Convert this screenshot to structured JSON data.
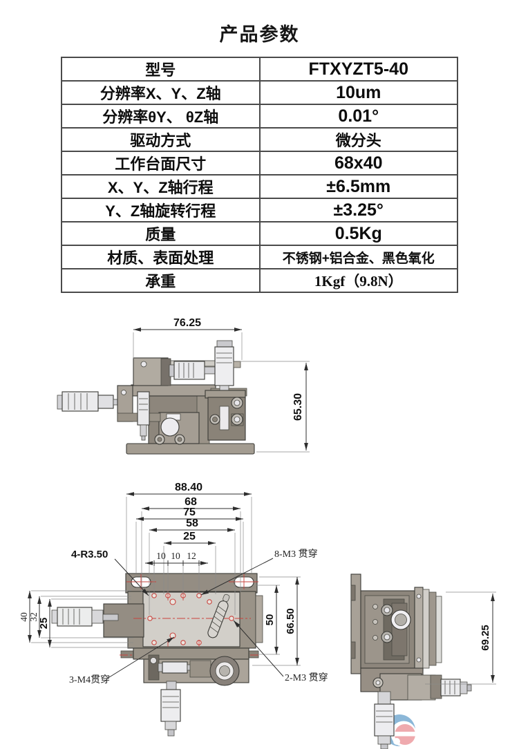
{
  "title": "产品参数",
  "spec_table": {
    "rows": [
      {
        "label": "型号",
        "value": "FTXYZT5-40"
      },
      {
        "label": "分辨率X、Y、Z轴",
        "value": "10um"
      },
      {
        "label": "分辨率θY、 θZ轴",
        "value": "0.01°"
      },
      {
        "label": "驱动方式",
        "value": "微分头"
      },
      {
        "label": "工作台面尺寸",
        "value": "68x40"
      },
      {
        "label": "X、Y、Z轴行程",
        "value": "±6.5mm"
      },
      {
        "label": "Y、Z轴旋转行程",
        "value": "±3.25°"
      },
      {
        "label": "质量",
        "value": "0.5Kg"
      },
      {
        "label": "材质、表面处理",
        "value": "不锈钢+铝合金、黑色氧化"
      },
      {
        "label": "承重",
        "value": "1Kgf（9.8N）"
      }
    ]
  },
  "drawings": {
    "side_view": {
      "width_dim": "76.25",
      "height_dim": "65.30"
    },
    "plan_view": {
      "overall_width": "88.40",
      "dim_68": "68",
      "dim_75": "75",
      "dim_58": "58",
      "dim_25_top": "25",
      "dim_10a": "10",
      "dim_10b": "10",
      "dim_12": "12",
      "left_40": "40",
      "left_32": "32",
      "left_25": "25",
      "right_50": "50",
      "right_66_50": "66.50",
      "label_corner_radius": "4-R3.50",
      "label_holes_top": "8-M3 贯穿",
      "label_holes_bottom_left": "3-M4贯穿",
      "label_holes_bottom_right": "2-M3 贯穿"
    },
    "end_view": {
      "height_dim": "69.25"
    }
  },
  "colors": {
    "centerline_red": "#c9423c",
    "body_tan": "#948d83",
    "plate_light": "#d2cfc9",
    "logo_blue": "#85b4d6",
    "logo_pink": "#efa6aa"
  }
}
